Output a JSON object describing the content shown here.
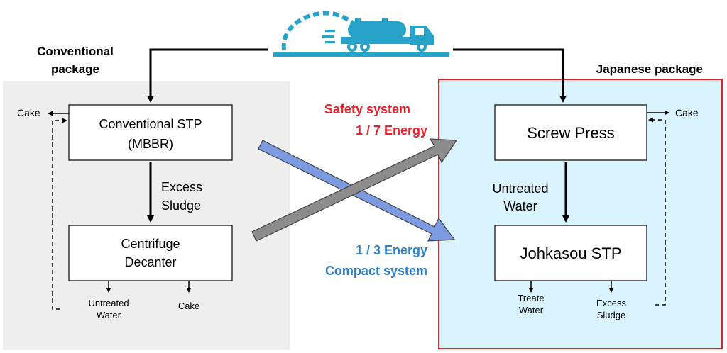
{
  "conventional": {
    "title_line1": "Conventional",
    "title_line2": "package",
    "stp_line1": "Conventional STP",
    "stp_line2": "(MBBR)",
    "cake_top": "Cake",
    "excess_line1": "Excess",
    "excess_line2": "Sludge",
    "centrifuge_line1": "Centrifuge",
    "centrifuge_line2": "Decanter",
    "untreated_line1": "Untreated",
    "untreated_line2": "Water",
    "cake_bottom": "Cake"
  },
  "japanese": {
    "title": "Japanese package",
    "screw_press": "Screw Press",
    "cake": "Cake",
    "untreated_line1": "Untreated",
    "untreated_line2": "Water",
    "johkasou": "Johkasou STP",
    "treate_line1": "Treate",
    "treate_line2": "Water",
    "excess_line1": "Excess",
    "excess_line2": "Sludge"
  },
  "comparison": {
    "safety_line1": "Safety system",
    "safety_line2": "1 / 7 Energy",
    "compact_line1": "1 / 3 Energy",
    "compact_line2": "Compact system"
  },
  "colors": {
    "conventional_bg": "#eeeeee",
    "japanese_bg": "#d9f4ff",
    "japanese_border": "#e0202a",
    "safety_text": "#e8202a",
    "compact_text": "#2a7fc9",
    "gray_arrow": "#8c8c8c",
    "blue_arrow": "#7c9be0",
    "truck": "#27a3c9"
  },
  "icons": {
    "truck": "vacuum-truck-icon"
  }
}
